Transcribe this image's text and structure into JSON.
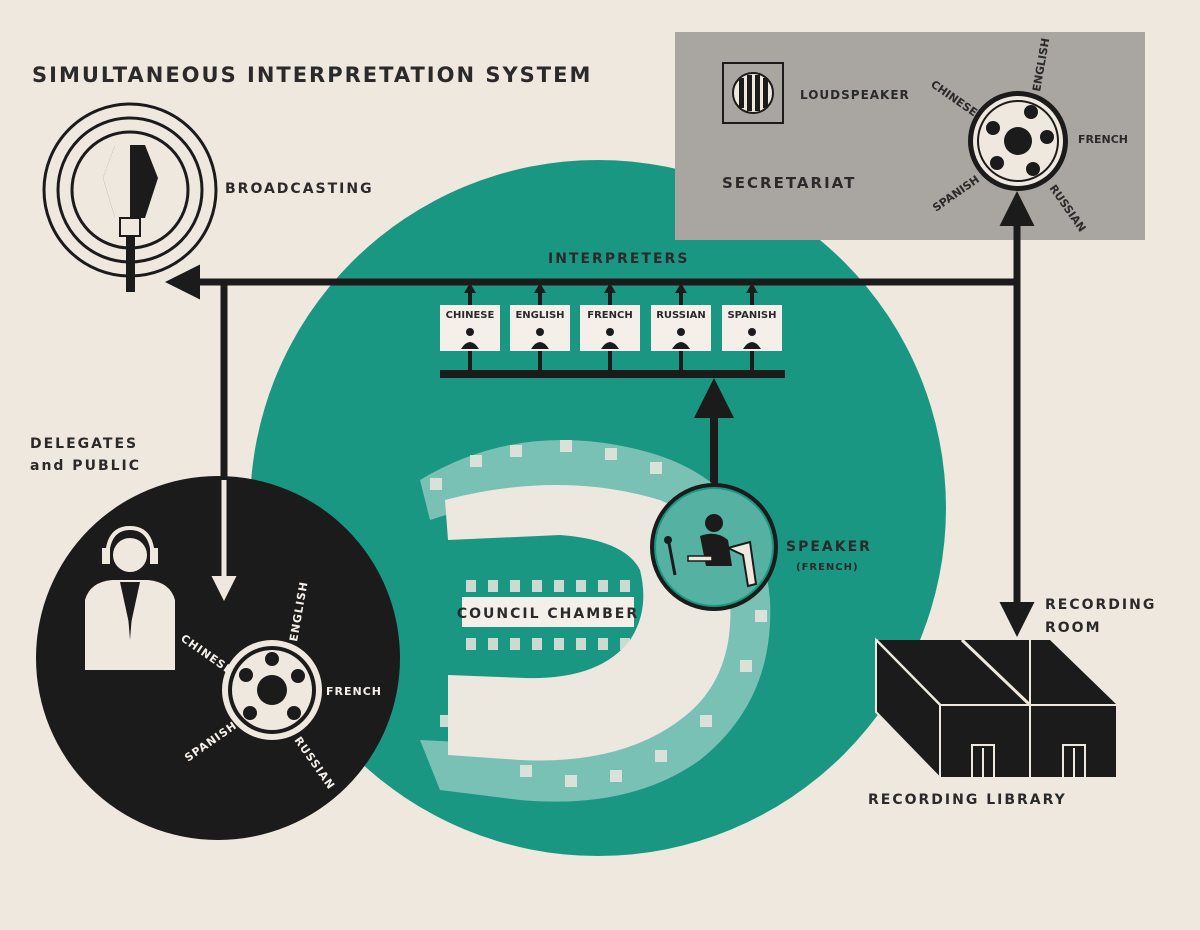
{
  "title": "SIMULTANEOUS INTERPRETATION SYSTEM",
  "broadcasting": "BROADCASTING",
  "interpreters": {
    "label": "INTERPRETERS",
    "booths": [
      "CHINESE",
      "ENGLISH",
      "FRENCH",
      "RUSSIAN",
      "SPANISH"
    ]
  },
  "secretariat": {
    "label": "SECRETARIAT",
    "loudspeaker": "LOUDSPEAKER",
    "dial": [
      "CHINESE",
      "ENGLISH",
      "FRENCH",
      "RUSSIAN",
      "SPANISH"
    ]
  },
  "delegates": {
    "line1": "DELEGATES",
    "line2": "and PUBLIC",
    "dial": [
      "CHINESE",
      "ENGLISH",
      "FRENCH",
      "RUSSIAN",
      "SPANISH"
    ]
  },
  "council_chamber": "COUNCIL CHAMBER",
  "speaker": {
    "label": "SPEAKER",
    "sub": "(FRENCH)"
  },
  "recording_room": {
    "line1": "RECORDING",
    "line2": "ROOM"
  },
  "recording_library": "RECORDING LIBRARY",
  "colors": {
    "teal": "#1a9783",
    "dark": "#1c1b1b",
    "paper": "#efe8de",
    "panel": "#a9a6a2"
  }
}
